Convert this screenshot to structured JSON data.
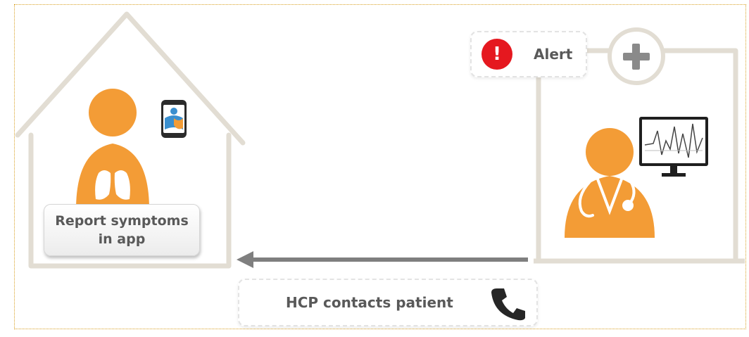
{
  "patient": {
    "report_line1": "Report symptoms",
    "report_line2": "in app"
  },
  "alert": {
    "icon_symbol": "!",
    "label": "Alert"
  },
  "hcp": {
    "contact_label": "HCP contacts patient"
  },
  "colors": {
    "person_orange": "#f39c36",
    "house_line": "#e2ddd3",
    "alert_red": "#e5181f",
    "arrow_gray": "#7f7f7f",
    "text_gray": "#595959",
    "border_dotted": "#d9a227"
  },
  "icons": [
    "patient-icon",
    "lungs-icon",
    "phone-app-icon",
    "alert-icon",
    "medical-cross-icon",
    "doctor-icon",
    "stethoscope-icon",
    "monitor-icon",
    "phone-icon",
    "arrow-left-icon"
  ]
}
